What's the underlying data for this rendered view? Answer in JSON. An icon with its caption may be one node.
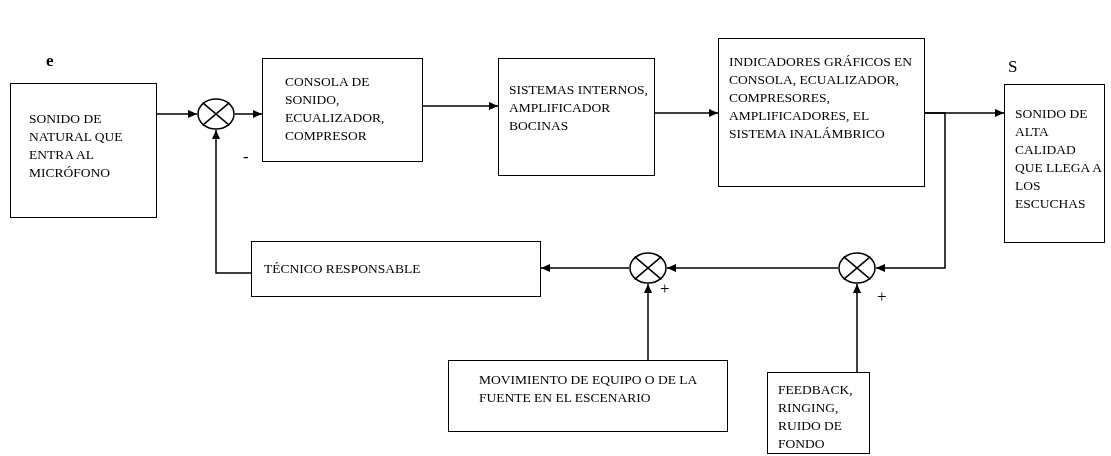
{
  "diagram": {
    "nodes": [
      {
        "text": [
          "SONIDO DE NATURAL QUE ENTRA AL MICRÓFONO"
        ]
      },
      {
        "text": [],
        "shape": "circle"
      },
      {
        "text": [
          "CONSOLA DE SONIDO, ECUALIZADOR, COMPRESOR"
        ]
      },
      {
        "text": [
          "SISTEMAS INTERNOS, AMPLIFICADOR BOCINAS"
        ]
      },
      {
        "text": [
          "INDICADORES GRÁFICOS EN CONSOLA, ECUALIZADOR, COMPRESORES, AMPLIFICADORES, EL SISTEMA INALÁMBRICO"
        ]
      },
      {
        "text": [
          "SONIDO DE ALTA CALIDAD QUE LLEGA A LOS ESCUCHAS"
        ]
      },
      {
        "text": [],
        "shape": "circle"
      },
      {
        "text": [],
        "shape": "circle"
      },
      {
        "text": [
          "TÉCNICO RESPONSABLE"
        ]
      },
      {
        "text": [
          "MOVIMIENTO DE EQUIPO O DE LA FUENTE EN EL ESCENARIO"
        ]
      },
      {
        "text": [
          "FEEDBACK, RINGING, RUIDO DE FONDO"
        ]
      }
    ],
    "edges": [
      {
        "from": 0,
        "to": 1,
        "arrow": "to"
      },
      {
        "from": 1,
        "to": 2,
        "arrow": "to"
      },
      {
        "from": 2,
        "to": 3,
        "arrow": "to"
      },
      {
        "from": 3,
        "to": 4,
        "arrow": "to"
      },
      {
        "from": 4,
        "to": 5,
        "arrow": "to"
      },
      {
        "from": 4,
        "to": 6,
        "arrow": "to"
      },
      {
        "from": 6,
        "to": 7,
        "arrow": "to"
      },
      {
        "from": 7,
        "to": 8,
        "arrow": "to"
      },
      {
        "from": 8,
        "to": 1,
        "arrow": "to"
      },
      {
        "from": 9,
        "to": 7,
        "arrow": "to"
      },
      {
        "from": 10,
        "to": 6,
        "arrow": "to"
      }
    ],
    "labels": [
      "e",
      "S",
      "-",
      "+",
      "+"
    ]
  }
}
